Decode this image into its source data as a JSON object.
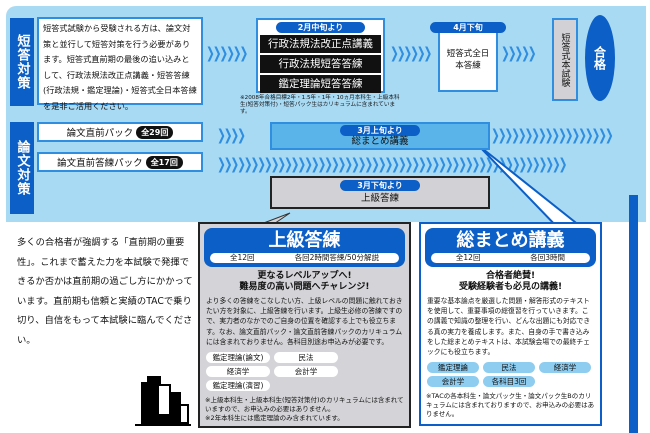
{
  "short_answer": {
    "label": "短答対策",
    "intro": "短答式試験から受験される方は、論文対策と並行して短答対策を行う必要があります。短答式直前期の最後の追い込みとして、行政法規法改正点講義・短答答練(行政法規・鑑定理論)・短答式全日本答練を是非ご活用ください。",
    "feb": {
      "badge": "2月中旬より",
      "courses": [
        "行政法規法改正点講義",
        "行政法規短答答練",
        "鑑定理論短答答練"
      ],
      "note": "※2008年合格目標2年・1.5年・1年・10ヵ月本科生・上級本科生(短答対策付)・短答パック生はカリキュラムに含まれています。"
    },
    "apr": {
      "badge": "4月下旬",
      "title": "短答式全日本答練"
    },
    "exam": "短答式本試験",
    "pass": "合格"
  },
  "essay": {
    "label": "論文対策",
    "rows": [
      {
        "name": "論文直前パック",
        "count": "全29回"
      },
      {
        "name": "論文直前答練パック",
        "count": "全17回"
      }
    ],
    "summary": {
      "badge": "3月上旬より",
      "title": "総まとめ講義"
    },
    "advanced": {
      "badge": "3月下旬より",
      "title": "上級答練"
    }
  },
  "message": "多くの合格者が強調する「直前期の重要性」。これまで蓄えた力を本試験で発揮できるか否かは直前期の過ごし方にかかっています。直前期も信頼と実績のTACで乗り切り、自信をもって本試験に臨んでください。",
  "advanced_panel": {
    "title": "上級答練",
    "count": "全12回",
    "detail": "各回2時間答練/50分解説",
    "catch1": "更なるレベルアップへ!",
    "catch2": "難易度の高い問題へチャレンジ!",
    "body": "より多くの答練をこなしたい方、上級レベルの問題に触れておきたい方を対象に、上級答練を行います。上級生必修の答練ですので、実力者のなかでのご自身の位置を確認する上でも役立ちます。なお、論文直前パック・論文直前答練パックのカリキュラムには含まれておりません。各科目別途お申込みが必要です。",
    "tags": [
      "鑑定理論(論文)",
      "民法",
      "経済学",
      "会計学",
      "鑑定理論(演習)"
    ],
    "notes": [
      "※上級本科生・上級本科生(短答対策付)のカリキュラムには含まれていますので、お申込みの必要はありません。",
      "※2年本科生には鑑定理論のみ含まれています。"
    ]
  },
  "summary_panel": {
    "title": "総まとめ講義",
    "count": "全12回",
    "detail": "各回3時間",
    "catch1": "合格者絶賛!",
    "catch2": "受験経験者も必見の講義!",
    "body": "重要な基本論点を厳選した問題・解答形式のテキストを使用して、重要事項の総復習を行っていきます。この講義で知識の整理を行い、どんな出題にも対応できる真の実力を養成します。また、自身の手で書き込みをした総まとめテキストは、本試験会場での最終チェックにも役立ちます。",
    "tags": [
      "鑑定理論",
      "民法",
      "経済学",
      "会計学",
      "各科目3回"
    ],
    "notes": [
      "※TACの各本科生・論文パック生・論文パック生Bのカリキュラムには含まれておりますので、お申込みの必要はありません。"
    ]
  },
  "colors": {
    "blue": "#0b5fc6",
    "light": "#a9daf4",
    "mid": "#5ab4ea"
  }
}
